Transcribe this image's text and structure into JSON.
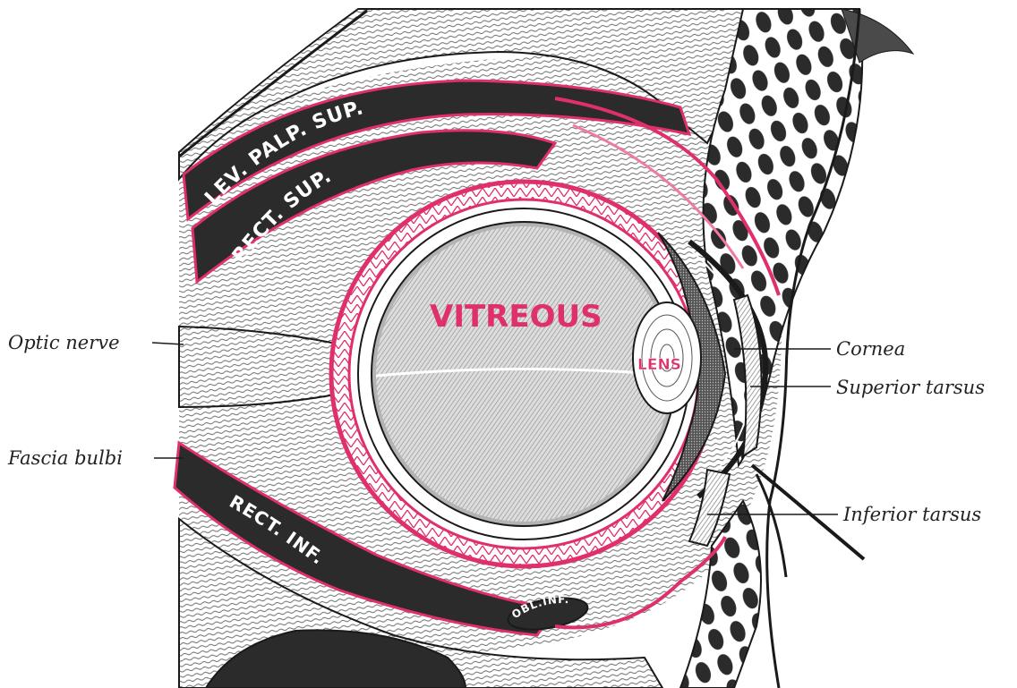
{
  "colors": {
    "ink": "#1a1a1a",
    "muscle": "#2b2b2b",
    "accent_pink": "#e0306a",
    "pink_light": "#f07aa0",
    "paper": "#ffffff",
    "vitreous_fill": "#b3b3b3"
  },
  "muscle_labels": {
    "levator": "LEV. PALP. SUP.",
    "rectus_superior": "RECT. SUP.",
    "rectus_inferior": "RECT. INF.",
    "obliquus": "OBL.INF."
  },
  "structure_labels": {
    "vitreous": "VITREOUS",
    "lens": "LENS"
  },
  "callouts": {
    "optic_nerve": "Optic nerve",
    "fascia_bulbi": "Fascia bulbi",
    "cornea": "Cornea",
    "superior_tarsus": "Superior tarsus",
    "inferior_tarsus": "Inferior tarsus"
  }
}
